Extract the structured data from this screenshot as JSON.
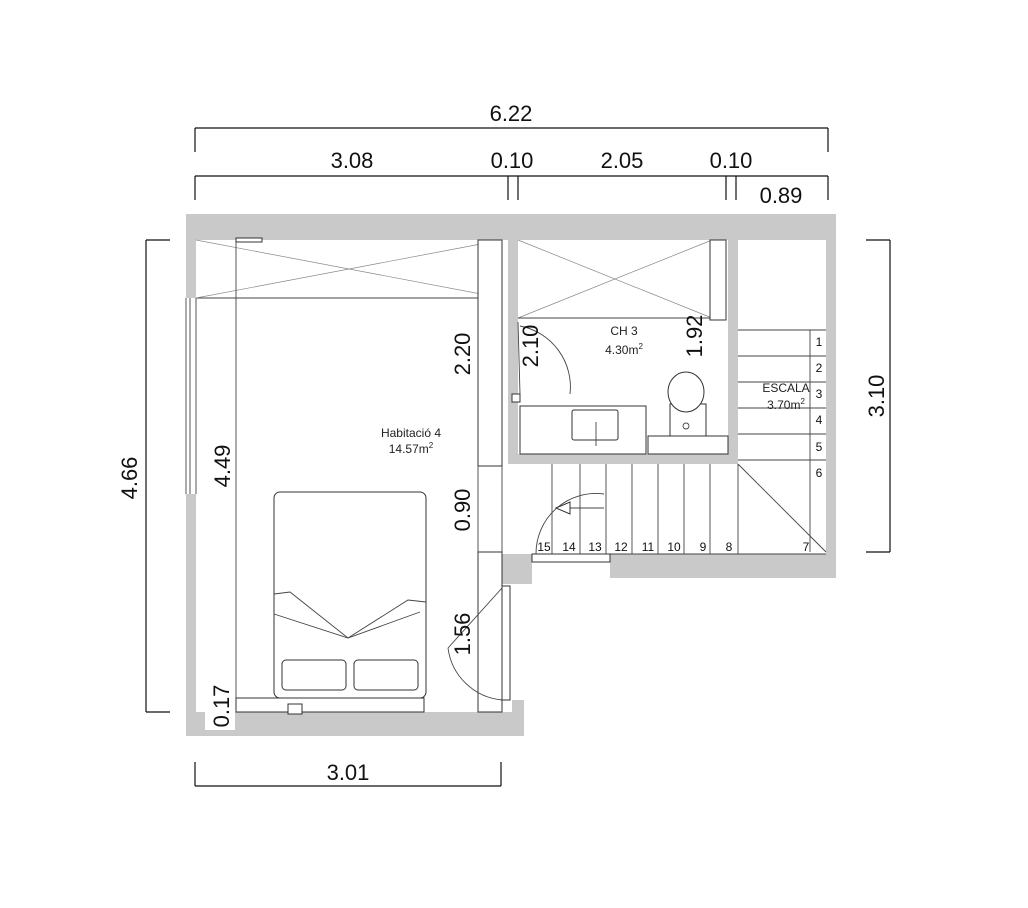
{
  "dimensions": {
    "total_width": "6.22",
    "seg_left": "3.08",
    "seg_wall1": "0.10",
    "seg_bath": "2.05",
    "seg_wall2": "0.10",
    "seg_stair": "0.89",
    "left_height": "4.66",
    "room_height": "4.49",
    "window_height": "2.20",
    "door_height": "0.90",
    "closet_height": "1.56",
    "small_height": "0.17",
    "bath_height": "2.10",
    "bath_depth": "1.92",
    "stair_height": "3.10",
    "bottom_width": "3.01"
  },
  "rooms": {
    "bedroom": {
      "name": "Habitació 4",
      "area": "14.57m",
      "exp": "2"
    },
    "bathroom": {
      "name": "CH 3",
      "area": "4.30m",
      "exp": "2"
    },
    "stairs": {
      "name": "ESCALA",
      "area": "3.70m",
      "exp": "2"
    }
  },
  "stairs": {
    "right_steps": [
      "1",
      "2",
      "3",
      "4",
      "5",
      "6"
    ],
    "bottom_steps": [
      "15",
      "14",
      "13",
      "12",
      "11",
      "10",
      "9",
      "8",
      "7"
    ]
  }
}
